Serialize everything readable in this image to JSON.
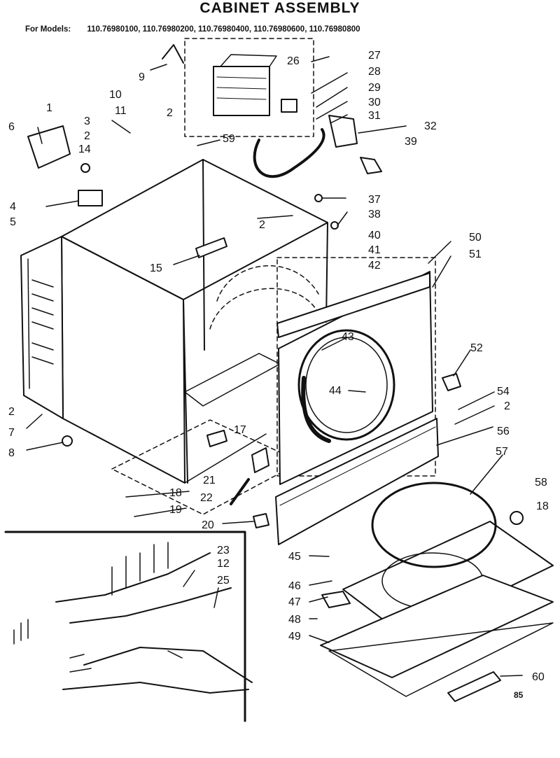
{
  "title": "CABINET ASSEMBLY",
  "models_label": "For Models:",
  "models_list": "110.76980100, 110.76980200, 110.76980400, 110.76980600, 110.76980800",
  "page_code": "85",
  "callouts": {
    "c1": "1",
    "c2a": "2",
    "c2b": "2",
    "c2c": "2",
    "c2d": "2",
    "c2e": "2",
    "c3": "3",
    "c4": "4",
    "c5": "5",
    "c6": "6",
    "c7": "7",
    "c8": "8",
    "c9": "9",
    "c10": "10",
    "c11": "11",
    "c12": "12",
    "c14": "14",
    "c15": "15",
    "c17": "17",
    "c18a": "18",
    "c18b": "18",
    "c19": "19",
    "c20": "20",
    "c21": "21",
    "c22": "22",
    "c23": "23",
    "c25": "25",
    "c26": "26",
    "c27": "27",
    "c28": "28",
    "c29": "29",
    "c30": "30",
    "c31": "31",
    "c32": "32",
    "c37": "37",
    "c38": "38",
    "c39": "39",
    "c40": "40",
    "c41": "41",
    "c42": "42",
    "c43": "43",
    "c44": "44",
    "c45": "45",
    "c46": "46",
    "c47": "47",
    "c48": "48",
    "c49": "49",
    "c50": "50",
    "c51": "51",
    "c52": "52",
    "c54": "54",
    "c56": "56",
    "c57": "57",
    "c58": "58",
    "c59": "59",
    "c60": "60"
  }
}
